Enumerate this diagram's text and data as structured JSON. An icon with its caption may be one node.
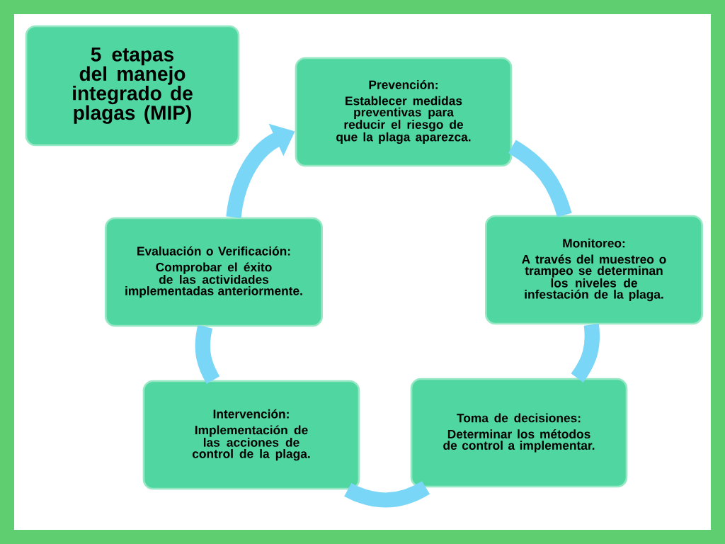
{
  "diagram": {
    "nodes": [
      {
        "text": [
          "5 etapas del manejo integrado de plagas (MIP)"
        ]
      },
      {
        "text": [
          "Prevención:",
          "Establecer medidas preventivas para reducir el riesgo de que la plaga aparezca."
        ]
      },
      {
        "text": [
          "Monitoreo:",
          "A través del muestreo o trampeo se determinan los niveles de infestación de la plaga."
        ]
      },
      {
        "text": [
          "Toma de decisiones:",
          "Determinar los métodos de control a implementar."
        ]
      },
      {
        "text": [
          "Intervención:",
          "Implementación de las acciones de control de la plaga."
        ]
      },
      {
        "text": [
          "Evaluación o Verificación:",
          "Comprobar el éxito de las actividades implementadas anteriormente."
        ]
      }
    ],
    "edges": [
      {
        "from": 1,
        "to": 2,
        "arrow": "none"
      },
      {
        "from": 2,
        "to": 3,
        "arrow": "none"
      },
      {
        "from": 3,
        "to": 4,
        "arrow": "none"
      },
      {
        "from": 4,
        "to": 5,
        "arrow": "none"
      },
      {
        "from": 5,
        "to": 1,
        "arrow": "to"
      }
    ]
  }
}
